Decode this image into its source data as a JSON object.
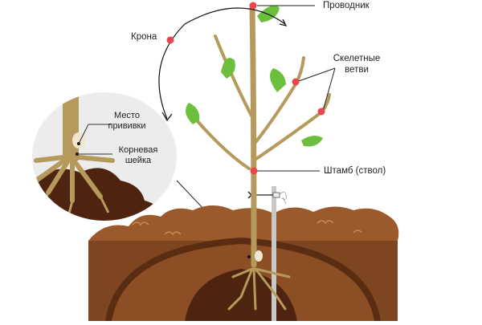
{
  "diagram": {
    "labels": {
      "conductor": "Проводник",
      "crown": "Крона",
      "skeletal_branches_line1": "Скелетные",
      "skeletal_branches_line2": "ветви",
      "trunk": "Штамб (ствол)",
      "graft_site_line1": "Место",
      "graft_site_line2": "прививки",
      "root_collar_line1": "Корневая",
      "root_collar_line2": "шейка"
    },
    "colors": {
      "marker": "#e8454f",
      "trunk": "#b59a5c",
      "leaf": "#6cbf3c",
      "soil_light": "#9a5a2c",
      "soil_mid": "#7d4520",
      "soil_dark": "#4e2410",
      "inset_bg": "#ececec",
      "stake": "#c8c8c8"
    }
  }
}
